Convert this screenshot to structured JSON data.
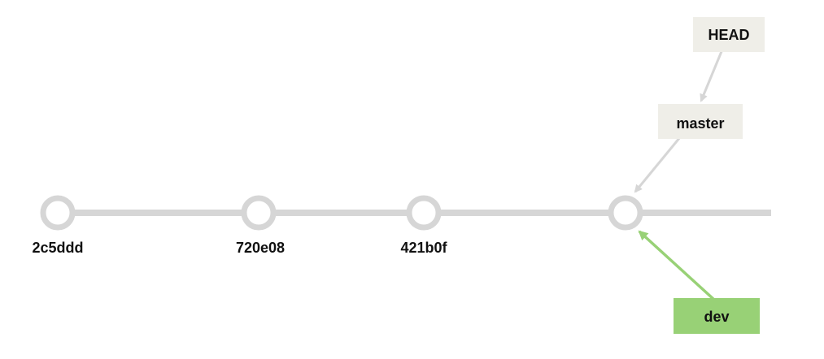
{
  "colors": {
    "line": "#d6d6d6",
    "node_fill": "#ffffff",
    "ref_box": "#efeee8",
    "ref_text": "#111111",
    "branch_highlight": "#98d176"
  },
  "commits": [
    {
      "id": "c1",
      "hash": "2c5ddd"
    },
    {
      "id": "c2",
      "hash": "720e08"
    },
    {
      "id": "c3",
      "hash": "421b0f"
    },
    {
      "id": "c4",
      "hash": ""
    }
  ],
  "refs": {
    "head": {
      "label": "HEAD",
      "points_to": "master"
    },
    "master": {
      "label": "master",
      "points_to": "c4"
    },
    "dev": {
      "label": "dev",
      "points_to": "c4"
    }
  }
}
